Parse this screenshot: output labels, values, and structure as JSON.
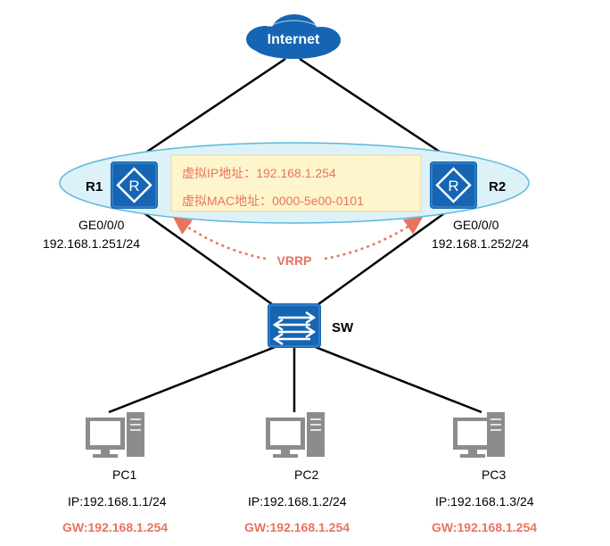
{
  "internet": {
    "label": "Internet"
  },
  "routers": [
    {
      "name": "R1",
      "interface": "GE0/0/0",
      "ip": "192.168.1.251/24"
    },
    {
      "name": "R2",
      "interface": "GE0/0/0",
      "ip": "192.168.1.252/24"
    }
  ],
  "virtual_box": {
    "vip": "虚拟IP地址：192.168.1.254",
    "vmac": "虚拟MAC地址：0000-5e00-0101"
  },
  "vrrp": {
    "label": "VRRP"
  },
  "switch": {
    "label": "SW"
  },
  "pcs": [
    {
      "name": "PC1",
      "ip": "IP:192.168.1.1/24",
      "gw": "GW:192.168.1.254"
    },
    {
      "name": "PC2",
      "ip": "IP:192.168.1.2/24",
      "gw": "GW:192.168.1.254"
    },
    {
      "name": "PC3",
      "ip": "IP:192.168.1.3/24",
      "gw": "GW:192.168.1.254"
    }
  ],
  "colors": {
    "device_blue": "#1565B4",
    "accent_red": "#E8735F",
    "ellipse_fill": "#DDF1F8",
    "ellipse_stroke": "#5CB8D8",
    "box_fill": "#FFF5CC",
    "pc_gray": "#8C8C8C"
  }
}
